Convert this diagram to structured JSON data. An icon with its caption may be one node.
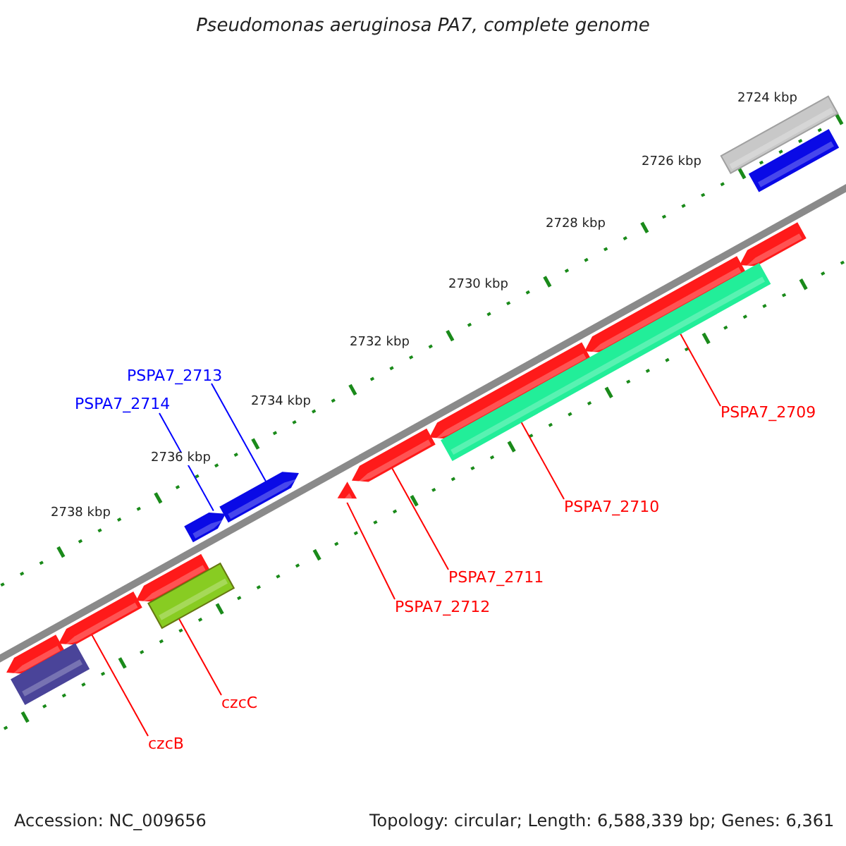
{
  "diagram": {
    "title": "Pseudomonas aeruginosa PA7, complete genome",
    "nodes": [
      {
        "text": [
          "PSPA7_2713"
        ]
      },
      {
        "text": [],
        "shape": "bar"
      },
      {
        "text": [
          "PSPA7_2714"
        ]
      },
      {
        "text": [],
        "shape": "bar"
      },
      {
        "text": [
          "PSPA7_2709"
        ]
      },
      {
        "text": [],
        "shape": "bar"
      },
      {
        "text": [
          "PSPA7_2710"
        ]
      },
      {
        "text": [],
        "shape": "bar"
      },
      {
        "text": [
          "PSPA7_2711"
        ]
      },
      {
        "text": [],
        "shape": "bar"
      },
      {
        "text": [
          "PSPA7_2712"
        ]
      },
      {
        "text": [],
        "shape": "bar"
      },
      {
        "text": [
          "czcC"
        ]
      },
      {
        "text": [],
        "shape": "bar"
      },
      {
        "text": [
          "czcB"
        ]
      },
      {
        "text": [],
        "shape": "bar"
      },
      {
        "text": [],
        "shape": "bar"
      },
      {
        "text": [],
        "shape": "bar"
      },
      {
        "text": [],
        "shape": "bar"
      },
      {
        "text": [],
        "shape": "bar"
      },
      {
        "text": [],
        "shape": "bar"
      },
      {
        "text": [],
        "shape": "bar"
      },
      {
        "text": [],
        "shape": "bar"
      }
    ],
    "edges": [
      {
        "from": 0,
        "to": 1,
        "arrow": "none",
        "color": "#0000ff"
      },
      {
        "from": 2,
        "to": 3,
        "arrow": "none",
        "color": "#0000ff"
      },
      {
        "from": 4,
        "to": 5,
        "arrow": "none"
      },
      {
        "from": 6,
        "to": 7,
        "arrow": "none"
      },
      {
        "from": 8,
        "to": 9,
        "arrow": "none"
      },
      {
        "from": 10,
        "to": 11,
        "arrow": "none"
      },
      {
        "from": 12,
        "to": 13,
        "arrow": "none"
      },
      {
        "from": 14,
        "to": 15,
        "arrow": "none"
      }
    ],
    "labels": [
      "2724 kbp",
      "2726 kbp",
      "2728 kbp",
      "2730 kbp",
      "2732 kbp",
      "2734 kbp",
      "2736 kbp",
      "2738 kbp",
      "Accession: NC_009656",
      "Topology: circular; Length: 6,588,339 bp; Genes: 6,361"
    ]
  }
}
